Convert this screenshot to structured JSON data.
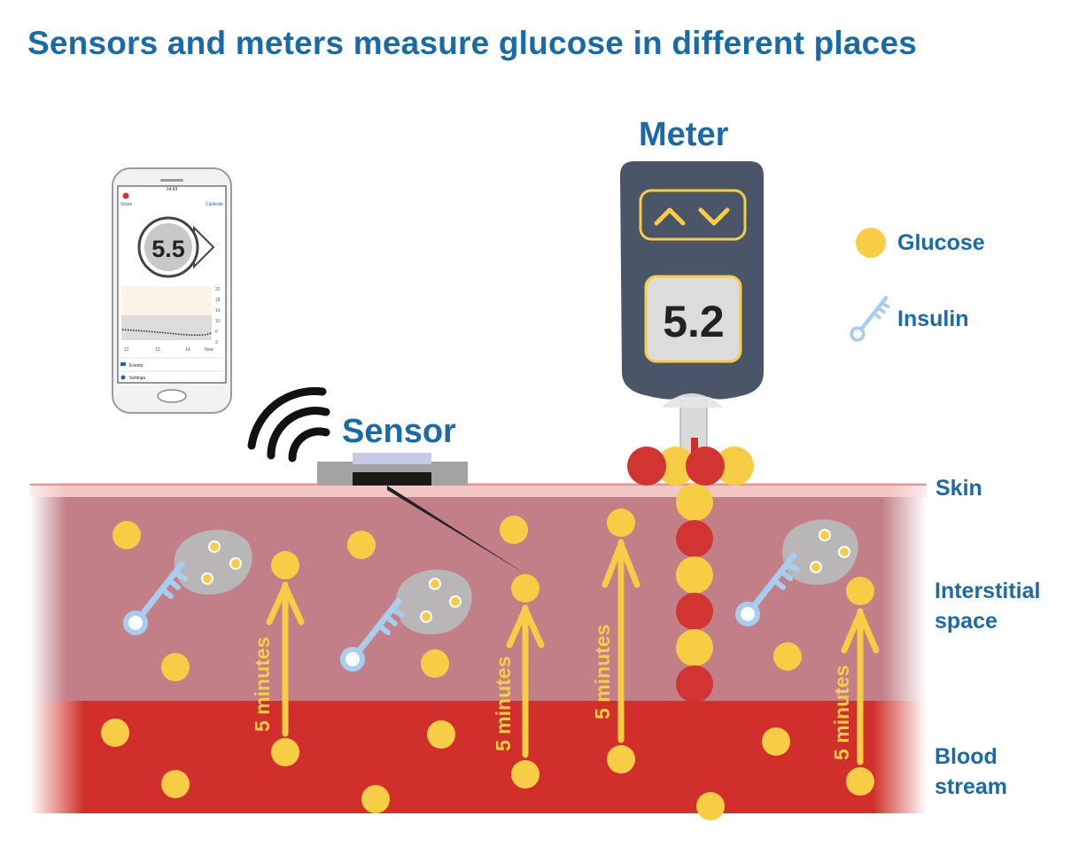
{
  "title": "Sensors and meters measure glucose in different places",
  "labels": {
    "meter": "Meter",
    "sensor": "Sensor",
    "glucose": "Glucose",
    "insulin": "Insulin",
    "skin": "Skin",
    "interstitial_line1": "Interstitial",
    "interstitial_line2": "space",
    "blood_line1": "Blood",
    "blood_line2": "stream",
    "five_minutes": "5 minutes"
  },
  "meter": {
    "reading": "5.2"
  },
  "phone": {
    "reading": "5.5",
    "top_left": "Share",
    "top_right": "Calibrate",
    "clock": "14:43",
    "y_ticks": [
      "22",
      "18",
      "14",
      "10",
      "6",
      "2"
    ],
    "x_ticks": [
      "12",
      "13",
      "14",
      "Now"
    ],
    "menu": [
      "Events",
      "Settings"
    ]
  },
  "colors": {
    "title": "#1a6aa8",
    "glucose": "#f7cd46",
    "insulin": "#a9cdee",
    "red_cell": "#d13431",
    "interstitial": "#c27f87",
    "blood": "#d02f2b",
    "skin": "#f2c6c3",
    "meter_body": "#4a5667"
  }
}
